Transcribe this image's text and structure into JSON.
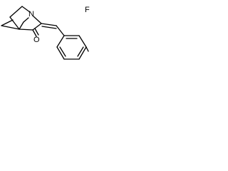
{
  "molecule": {
    "atoms": {
      "nitrogen": "N",
      "oxygen": "O",
      "fluorine": "F"
    },
    "bond_color": "#000000",
    "background": "#ffffff"
  }
}
